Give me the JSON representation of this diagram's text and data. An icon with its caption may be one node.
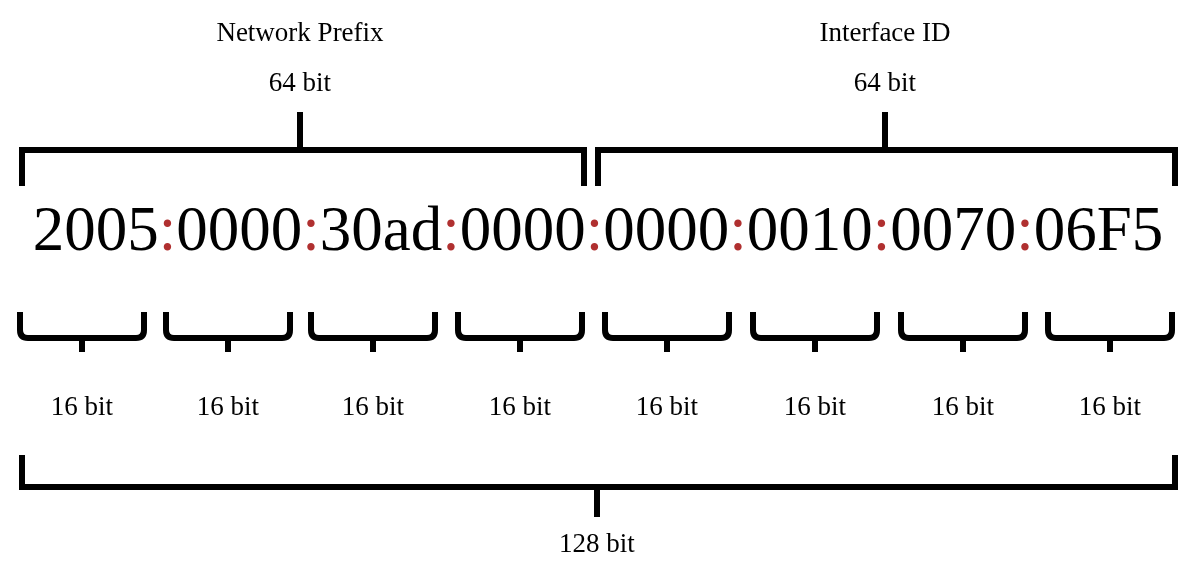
{
  "diagram": {
    "labels": [
      "Network Prefix",
      "64 bit",
      "Interface ID",
      "64 bit",
      "2005",
      ":",
      "0000",
      ":",
      "30ad",
      ":",
      "0000",
      ":",
      "0000",
      ":",
      "0010",
      ":",
      "0070",
      ":",
      "06F5",
      "16 bit",
      "16 bit",
      "16 bit",
      "16 bit",
      "16 bit",
      "16 bit",
      "16 bit",
      "16 bit",
      "128 bit"
    ]
  }
}
